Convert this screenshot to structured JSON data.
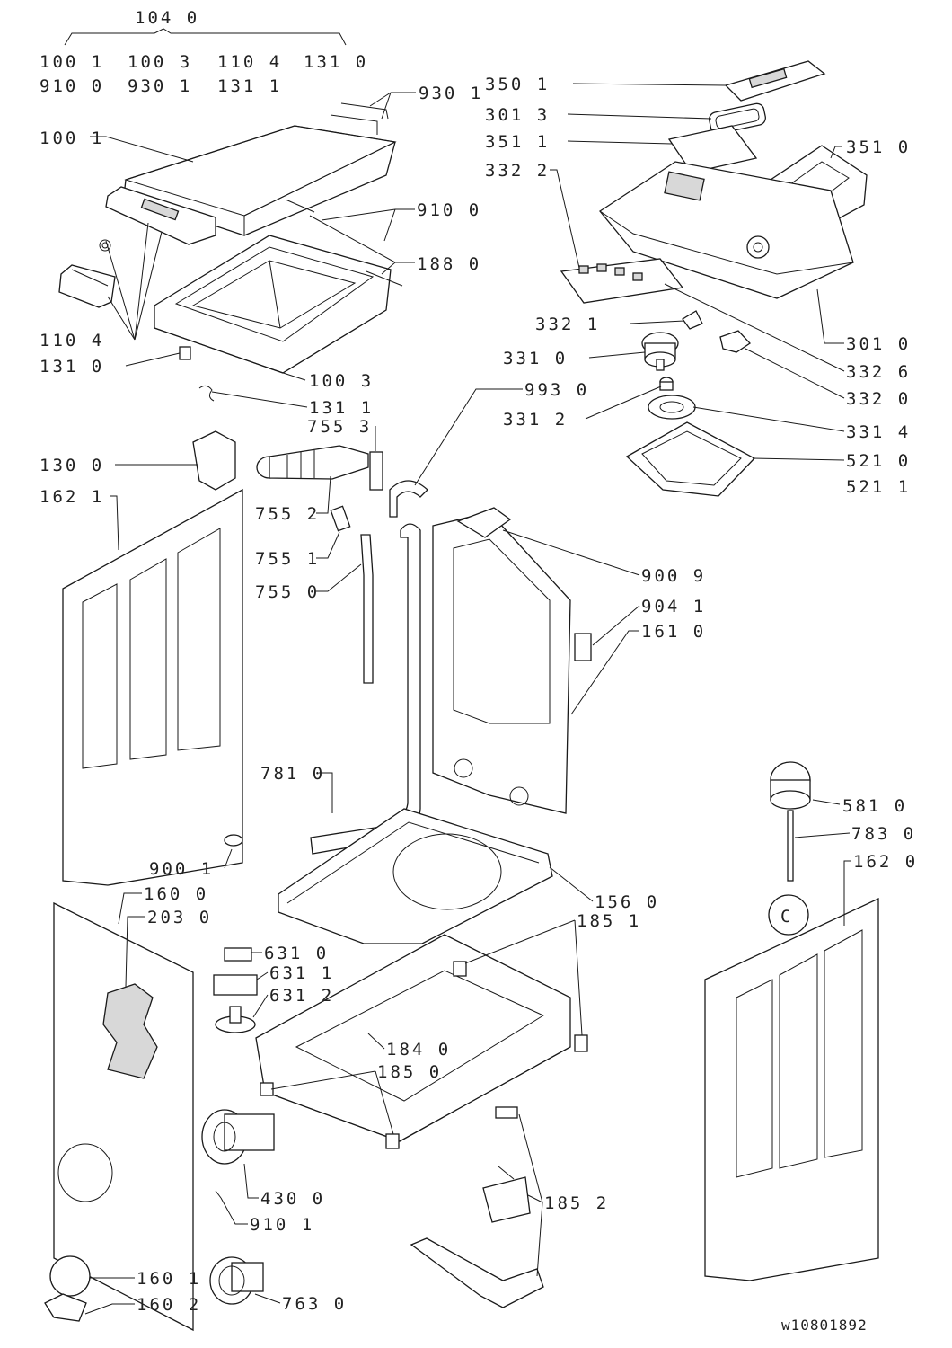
{
  "group_header": {
    "label": "104 0",
    "items_row1": [
      "100 1",
      "100 3",
      "110 4",
      "131 0"
    ],
    "items_row2": [
      "910 0",
      "930 1",
      "131 1"
    ]
  },
  "labels": {
    "l9301": "930 1",
    "l1001": "100 1",
    "l9100": "910 0",
    "l1880": "188 0",
    "l1104": "110 4",
    "l1310": "131 0",
    "l1003": "100 3",
    "l1311": "131 1",
    "l3501": "350 1",
    "l3013": "301 3",
    "l3511": "351 1",
    "l3510": "351 0",
    "l3322": "332 2",
    "l3010": "301 0",
    "l3321": "332 1",
    "l3326": "332 6",
    "l3310": "331 0",
    "l3320": "332 0",
    "l9930": "993 0",
    "l3312": "331 2",
    "l3314": "331 4",
    "l5210": "521 0",
    "l5211": "521 1",
    "l7553": "755 3",
    "l1300": "130 0",
    "l1621": "162 1",
    "l7552": "755 2",
    "l7551": "755 1",
    "l7550": "755 0",
    "l9009": "900 9",
    "l9041": "904 1",
    "l1610": "161 0",
    "l7810": "781 0",
    "l5810": "581 0",
    "l7830": "783 0",
    "l1620": "162 0",
    "l9001": "900 1",
    "l1600": "160 0",
    "l2030": "203 0",
    "l1560": "156 0",
    "l1851": "185 1",
    "l6310": "631 0",
    "l6311": "631 1",
    "l6312": "631 2",
    "l1840": "184 0",
    "l1850": "185 0",
    "l1852": "185 2",
    "l4300": "430 0",
    "l9101": "910 1",
    "l1601": "160 1",
    "l1602": "160 2",
    "l7630": "763 0"
  },
  "drawing_id": "w10801892"
}
